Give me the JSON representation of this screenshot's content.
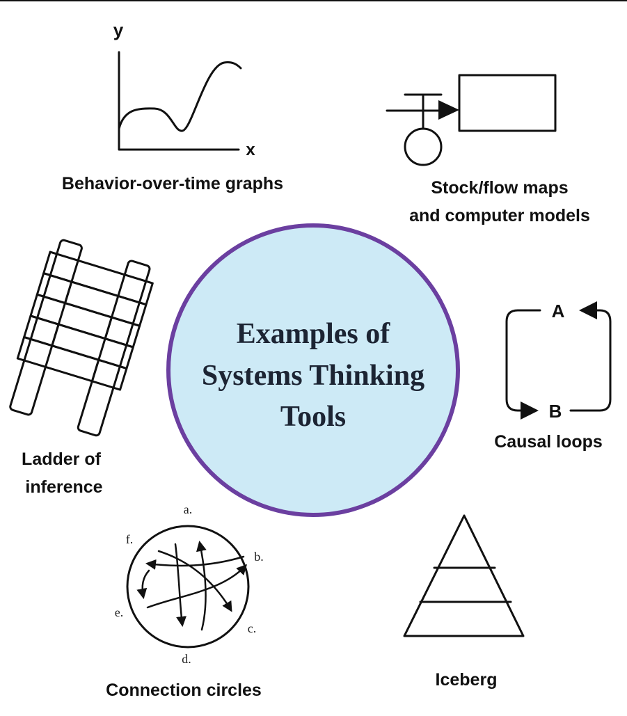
{
  "center": {
    "title_lines": [
      "Examples of",
      "Systems Thinking",
      "Tools"
    ],
    "fill_color": "#cdeaf6",
    "ring_color": "#6b3fa0"
  },
  "tools": {
    "behavior_over_time": {
      "label": "Behavior-over-time graphs",
      "axis_y": "y",
      "axis_x": "x"
    },
    "stock_flow": {
      "label_lines": [
        "Stock/flow maps",
        "and computer models"
      ]
    },
    "ladder": {
      "label_lines": [
        "Ladder of",
        "inference"
      ]
    },
    "causal_loops": {
      "label": "Causal loops",
      "node_a": "A",
      "node_b": "B"
    },
    "connection_circles": {
      "label": "Connection circles",
      "points": [
        "a.",
        "b.",
        "c.",
        "d.",
        "e.",
        "f."
      ]
    },
    "iceberg": {
      "label": "Iceberg"
    }
  },
  "colors": {
    "ink": "#111111",
    "background": "#ffffff"
  }
}
